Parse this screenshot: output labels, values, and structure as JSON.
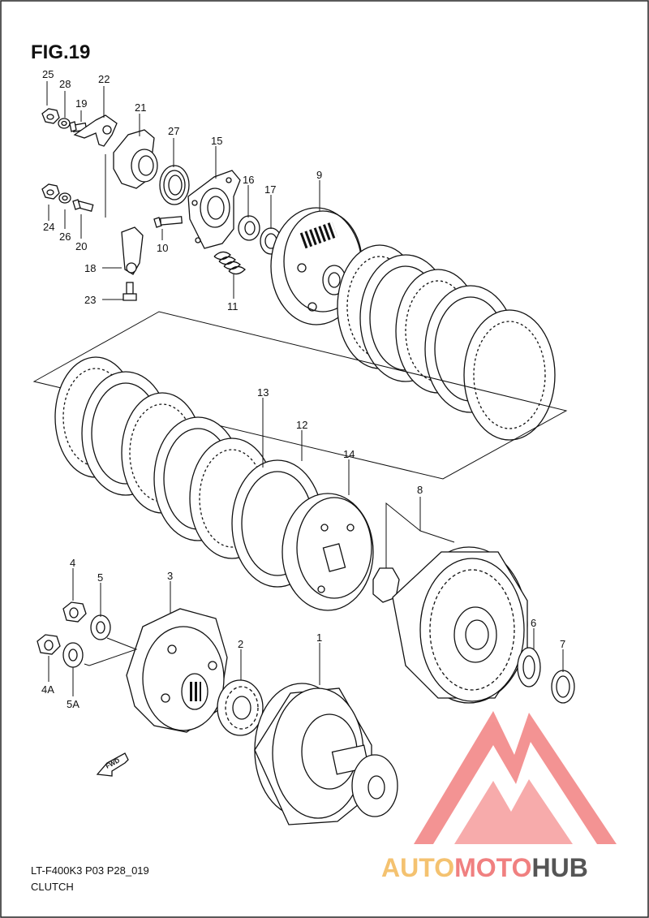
{
  "figure_title": "FIG.19",
  "footer": {
    "model_code": "LT-F400K3 P03 P28_019",
    "section_name": "CLUTCH"
  },
  "direction_tag": "FWD",
  "watermark": {
    "part1": "AUTO",
    "part2": "MOTO",
    "part3": "HUB",
    "color_logo": "#f07070",
    "color_auto": "#f4c270",
    "color_moto": "#f08080",
    "color_hub": "#555555"
  },
  "part_labels": [
    {
      "id": "label-25",
      "text": "25"
    },
    {
      "id": "label-28",
      "text": "28"
    },
    {
      "id": "label-22",
      "text": "22"
    },
    {
      "id": "label-19",
      "text": "19"
    },
    {
      "id": "label-21",
      "text": "21"
    },
    {
      "id": "label-27",
      "text": "27"
    },
    {
      "id": "label-15",
      "text": "15"
    },
    {
      "id": "label-16",
      "text": "16"
    },
    {
      "id": "label-17",
      "text": "17"
    },
    {
      "id": "label-9",
      "text": "9"
    },
    {
      "id": "label-24",
      "text": "24"
    },
    {
      "id": "label-26",
      "text": "26"
    },
    {
      "id": "label-20",
      "text": "20"
    },
    {
      "id": "label-10",
      "text": "10"
    },
    {
      "id": "label-18",
      "text": "18"
    },
    {
      "id": "label-11",
      "text": "11"
    },
    {
      "id": "label-23",
      "text": "23"
    },
    {
      "id": "label-13",
      "text": "13"
    },
    {
      "id": "label-12",
      "text": "12"
    },
    {
      "id": "label-14",
      "text": "14"
    },
    {
      "id": "label-8",
      "text": "8"
    },
    {
      "id": "label-4",
      "text": "4"
    },
    {
      "id": "label-5",
      "text": "5"
    },
    {
      "id": "label-3",
      "text": "3"
    },
    {
      "id": "label-2",
      "text": "2"
    },
    {
      "id": "label-1",
      "text": "1"
    },
    {
      "id": "label-6",
      "text": "6"
    },
    {
      "id": "label-7",
      "text": "7"
    },
    {
      "id": "label-4A",
      "text": "4A"
    },
    {
      "id": "label-5A",
      "text": "5A"
    }
  ]
}
